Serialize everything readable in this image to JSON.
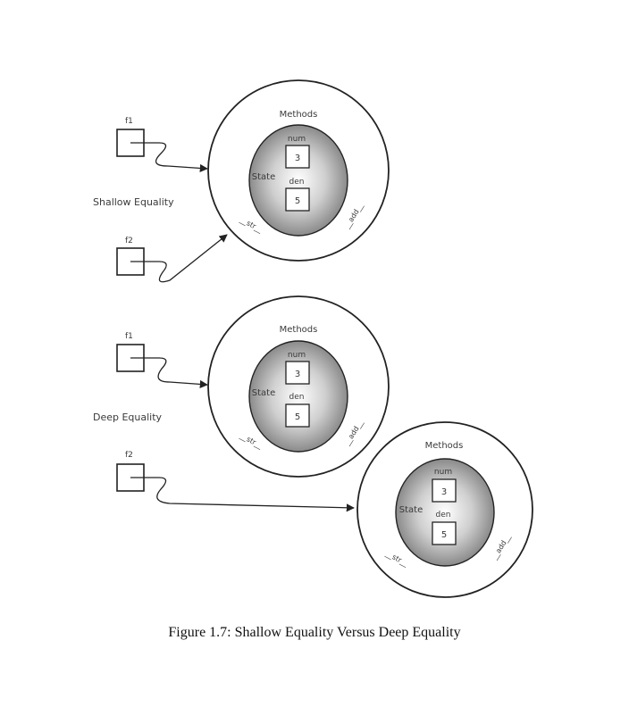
{
  "caption": "Figure 1.7: Shallow Equality Versus Deep Equality",
  "shallow": {
    "label": "Shallow Equality",
    "ref1": "f1",
    "ref2": "f2",
    "object": {
      "methods": "Methods",
      "state": "State",
      "num_label": "num",
      "num_value": "3",
      "den_label": "den",
      "den_value": "5",
      "str_method": "__str__",
      "add_method": "__add__"
    }
  },
  "deep": {
    "label": "Deep Equality",
    "ref1": "f1",
    "ref2": "f2",
    "object1": {
      "methods": "Methods",
      "state": "State",
      "num_label": "num",
      "num_value": "3",
      "den_label": "den",
      "den_value": "5",
      "str_method": "__str__",
      "add_method": "__add__"
    },
    "object2": {
      "methods": "Methods",
      "state": "State",
      "num_label": "num",
      "num_value": "3",
      "den_label": "den",
      "den_value": "5",
      "str_method": "__str__",
      "add_method": "__add__"
    }
  },
  "colors": {
    "line": "#222222",
    "state_light": "#ffffff",
    "state_dark": "#8a8a8a"
  }
}
